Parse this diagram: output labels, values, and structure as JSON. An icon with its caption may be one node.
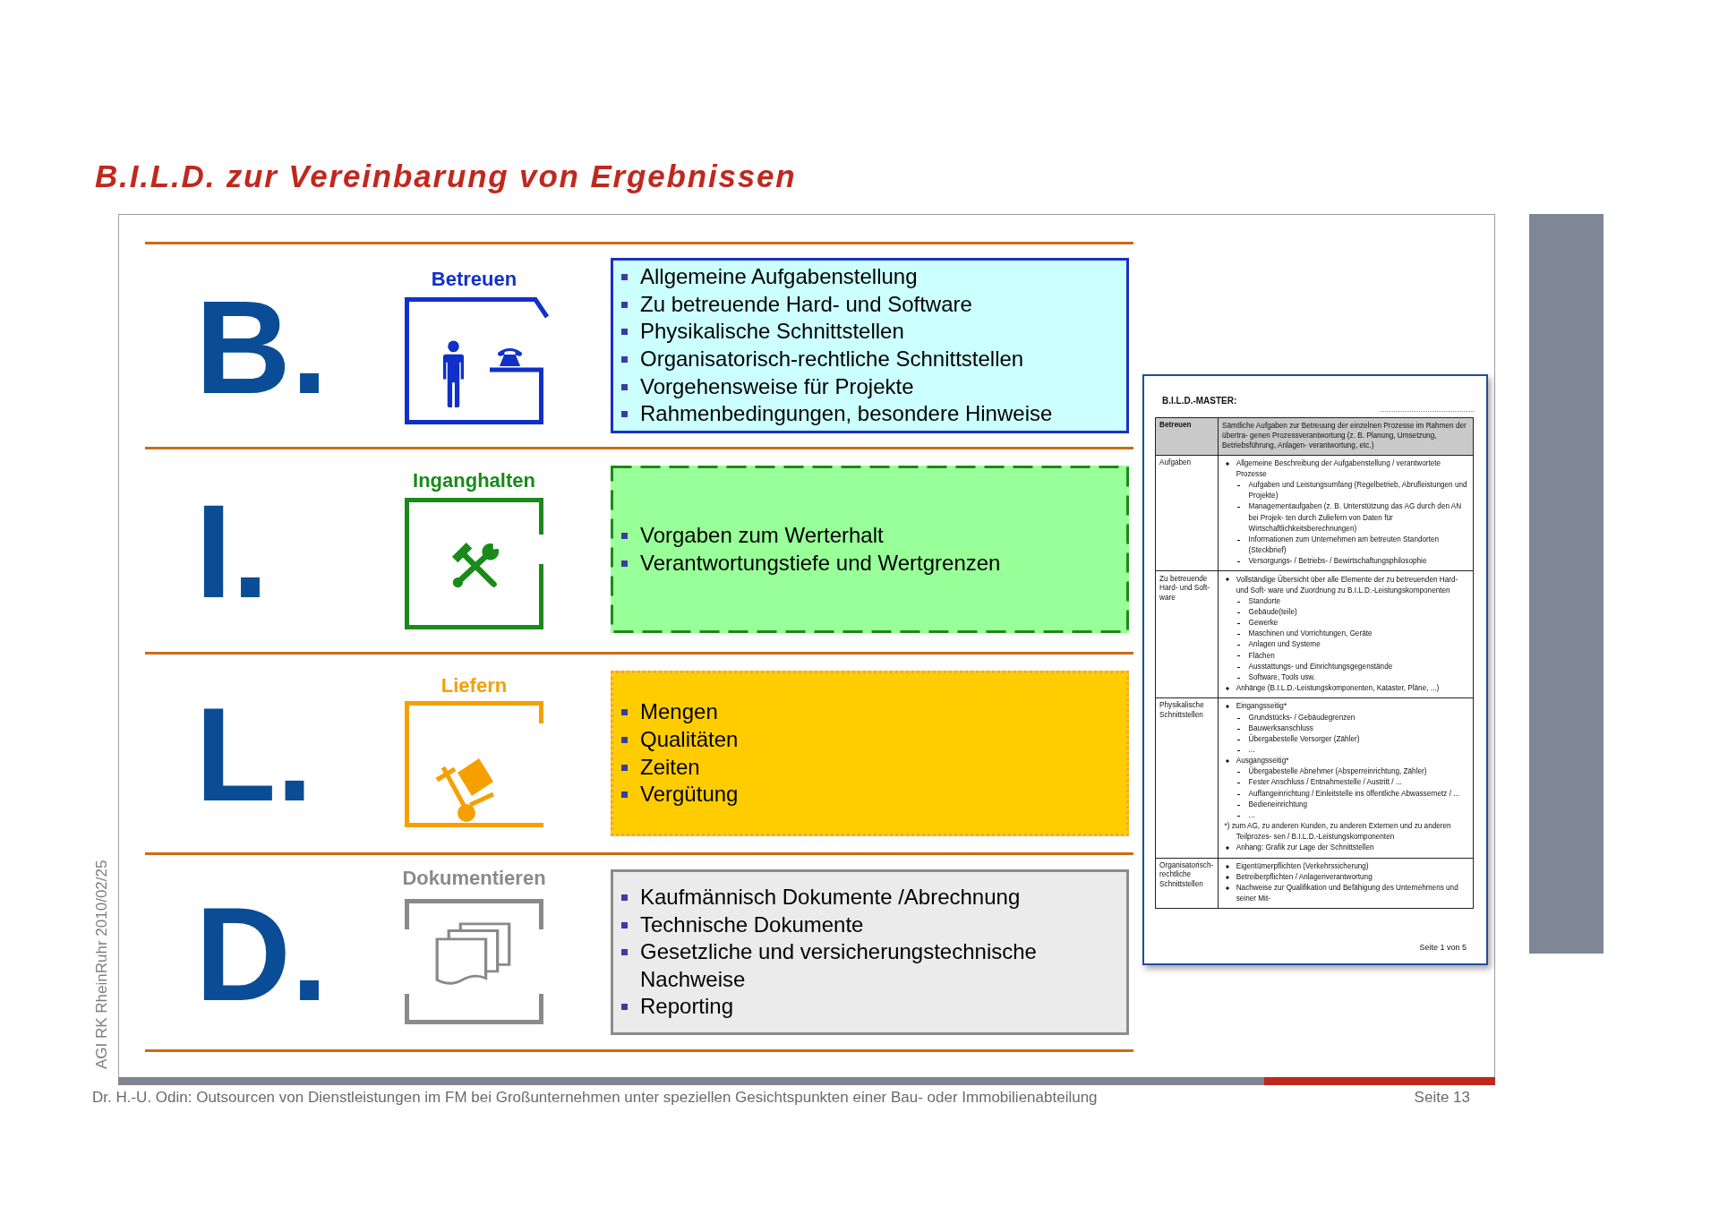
{
  "diagram": {
    "title": "B.I.L.D. zur Vereinbarung von Ergebnissen",
    "nodes": [
      {
        "text": [
          "Betreuen"
        ]
      },
      {
        "text": [
          "Allgemeine Aufgabenstellung",
          "Zu betreuende Hard- und Software",
          "Physikalische Schnittstellen",
          "Organisatorisch-rechtliche Schnittstellen",
          "Vorgehensweise für Projekte",
          "Rahmenbedingungen, besondere Hinweise"
        ]
      },
      {
        "text": [
          "Inganghalten"
        ]
      },
      {
        "text": [
          "Vorgaben zum Werterhalt",
          "Verantwortungstiefe und Wertgrenzen"
        ]
      },
      {
        "text": [
          "Liefern"
        ]
      },
      {
        "text": [
          "Mengen",
          "Qualitäten",
          "Zeiten",
          "Vergütung"
        ]
      },
      {
        "text": [
          "Dokumentieren"
        ]
      },
      {
        "text": [
          "Kaufmännisch Dokumente /Abrechnung",
          "Technische Dokumente",
          "Gesetzliche und versicherungstechnische Nachweise",
          "Reporting"
        ]
      },
      {
        "text": [
          "B.I.L.D.-MASTER:",
          "Seite 1 von 5"
        ]
      },
      {
        "text": [
          "Betreuen"
        ],
        "in": 8
      },
      {
        "text": [
          "Sämtliche Aufgaben zur Betreuung der einzelnen Prozesse im Rahmen der übertra- genen Prozessverantwortung (z. B. Planung, Umsetzung, Betriebsführung, Anlagen- verantwortung, etc.)"
        ],
        "in": 8
      },
      {
        "text": [
          "Aufgaben"
        ],
        "in": 8
      },
      {
        "text": [
          "Allgemeine Beschreibung der Aufgabenstellung / verantwortete Prozesse",
          "Aufgaben und Leistungsumfang (Regelbetrieb, Abrufleistungen und Projekte)",
          "Managementaufgaben (z. B. Unterstützung das AG durch den AN bei Projek- ten durch Zuliefern von Daten für Wirtschaftlichkeitsberechnungen)",
          "Informationen zum Unternehmen am betreuten Standorten (Steckbrief)",
          "Versorgungs- / Betriebs- / Bewirtschaftungsphilosophie"
        ],
        "in": 8
      },
      {
        "text": [
          "Zu betreuende Hard- und Soft- ware"
        ],
        "in": 8
      },
      {
        "text": [
          "Vollständige Übersicht über alle Elemente der zu betreuenden Hard- und Soft- ware und Zuordnung zu B.I.L.D.-Leistungskomponenten",
          "Standorte",
          "Gebäude(teile)",
          "Gewerke",
          "Maschinen und Vorrichtungen, Geräte",
          "Anlagen und Systeme",
          "Flächen",
          "Ausstattungs- und Einrichtungsgegenstände",
          "Software, Tools usw.",
          "Anhänge (B.I.L.D.-Leistungskomponenten, Kataster, Pläne, ...)"
        ],
        "in": 8
      },
      {
        "text": [
          "Physikalische Schnittstellen"
        ],
        "in": 8
      },
      {
        "text": [
          "Eingangsseitig*",
          "Grundstücks- / Gebäudegrenzen",
          "Bauwerksanschluss",
          "Übergabestelle Versorger (Zähler)",
          "...",
          "Ausgangsseitig*",
          "Übergabestelle Abnehmer (Absperreinrichtung, Zähler)",
          "Fester Anschluss / Entnahmestelle / Austritt / ...",
          "Auffangeinrichtung / Einleitstelle ins öffentliche Abwassernetz / ...",
          "Bedieneinrichtung",
          "...",
          "*) zum AG, zu anderen Kunden, zu anderen Externen und zu anderen Teilprozes- sen / B.I.L.D.-Leistungskomponenten",
          "Anhang: Grafik zur Lage der Schnittstellen"
        ],
        "in": 8
      },
      {
        "text": [
          "Organisatorisch- rechtliche Schnittstellen"
        ],
        "in": 8
      },
      {
        "text": [
          "Eigentümerpflichten (Verkehrssicherung)",
          "Betreiberpflichten / Anlagenverantwortung",
          "Nachweise zur Qualifikation und Befähigung des Unternehmens und seiner Mit-"
        ],
        "in": 8
      },
      {
        "text": [],
        "shape": "bar"
      }
    ],
    "labels": [
      "B.",
      "I.",
      "L.",
      "D.",
      "AGI RK RheinRuhr 2010/02/25",
      "Dr. H.-U. Odin: Outsourcen von Dienstleistungen im FM bei Großunternehmen unter speziellen Gesichtspunkten einer Bau- oder Immobilienabteilung",
      "Seite 13"
    ]
  }
}
